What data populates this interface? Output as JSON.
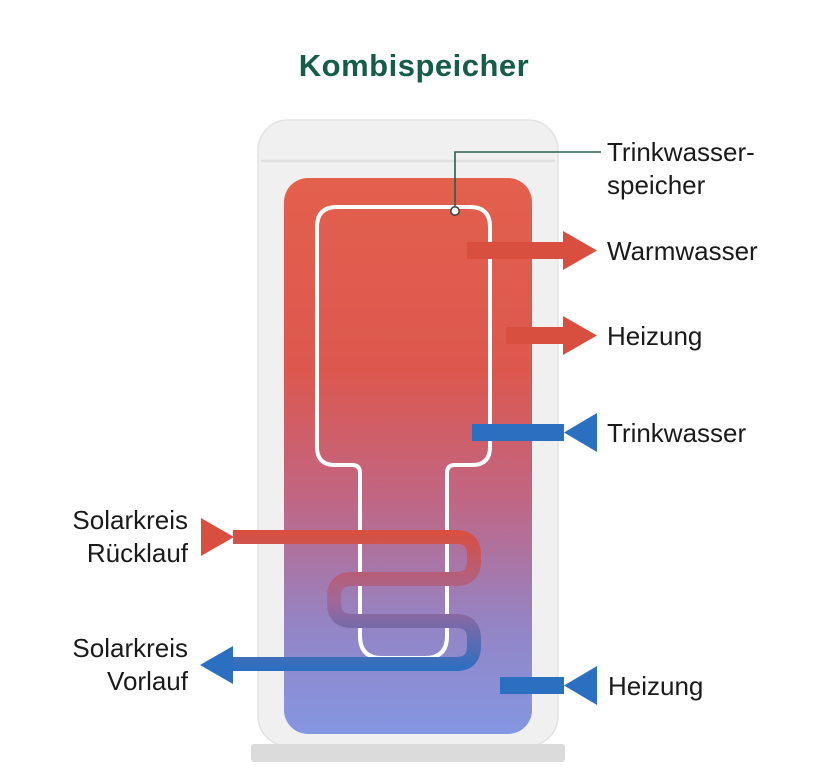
{
  "title": "Kombispeicher",
  "colors": {
    "title_green": "#155d49",
    "hot_red": "#d94f3f",
    "cold_blue": "#2b6fc0",
    "label_text": "#1a1a1a",
    "tank_shell_gray": "#f0f0f0",
    "tank_base_gray": "#dbdbdb",
    "gradient_hot_top": "#e2604c",
    "gradient_cold_bottom": "#8496e2",
    "leader_line_green": "#2c5d4f"
  },
  "annotations": {
    "inner_tank_label": {
      "line1": "Trinkwasser-",
      "line2": "speicher"
    }
  },
  "ports": [
    {
      "id": "warmwasser",
      "label": "Warmwasser",
      "color": "#d94f3f",
      "arrow_points": "right"
    },
    {
      "id": "heizung_oben",
      "label": "Heizung",
      "color": "#d94f3f",
      "arrow_points": "right"
    },
    {
      "id": "trinkwasser",
      "label": "Trinkwasser",
      "color": "#2b6fc0",
      "arrow_points": "left"
    },
    {
      "id": "solarkreis_ruecklauf",
      "label_line1": "Solarkreis",
      "label_line2": "Rücklauf",
      "color": "#d94f3f",
      "arrow_points": "right"
    },
    {
      "id": "solarkreis_vorlauf",
      "label_line1": "Solarkreis",
      "label_line2": "Vorlauf",
      "color": "#2b6fc0",
      "arrow_points": "left"
    },
    {
      "id": "heizung_unten",
      "label": "Heizung",
      "color": "#2b6fc0",
      "arrow_points": "left"
    }
  ]
}
